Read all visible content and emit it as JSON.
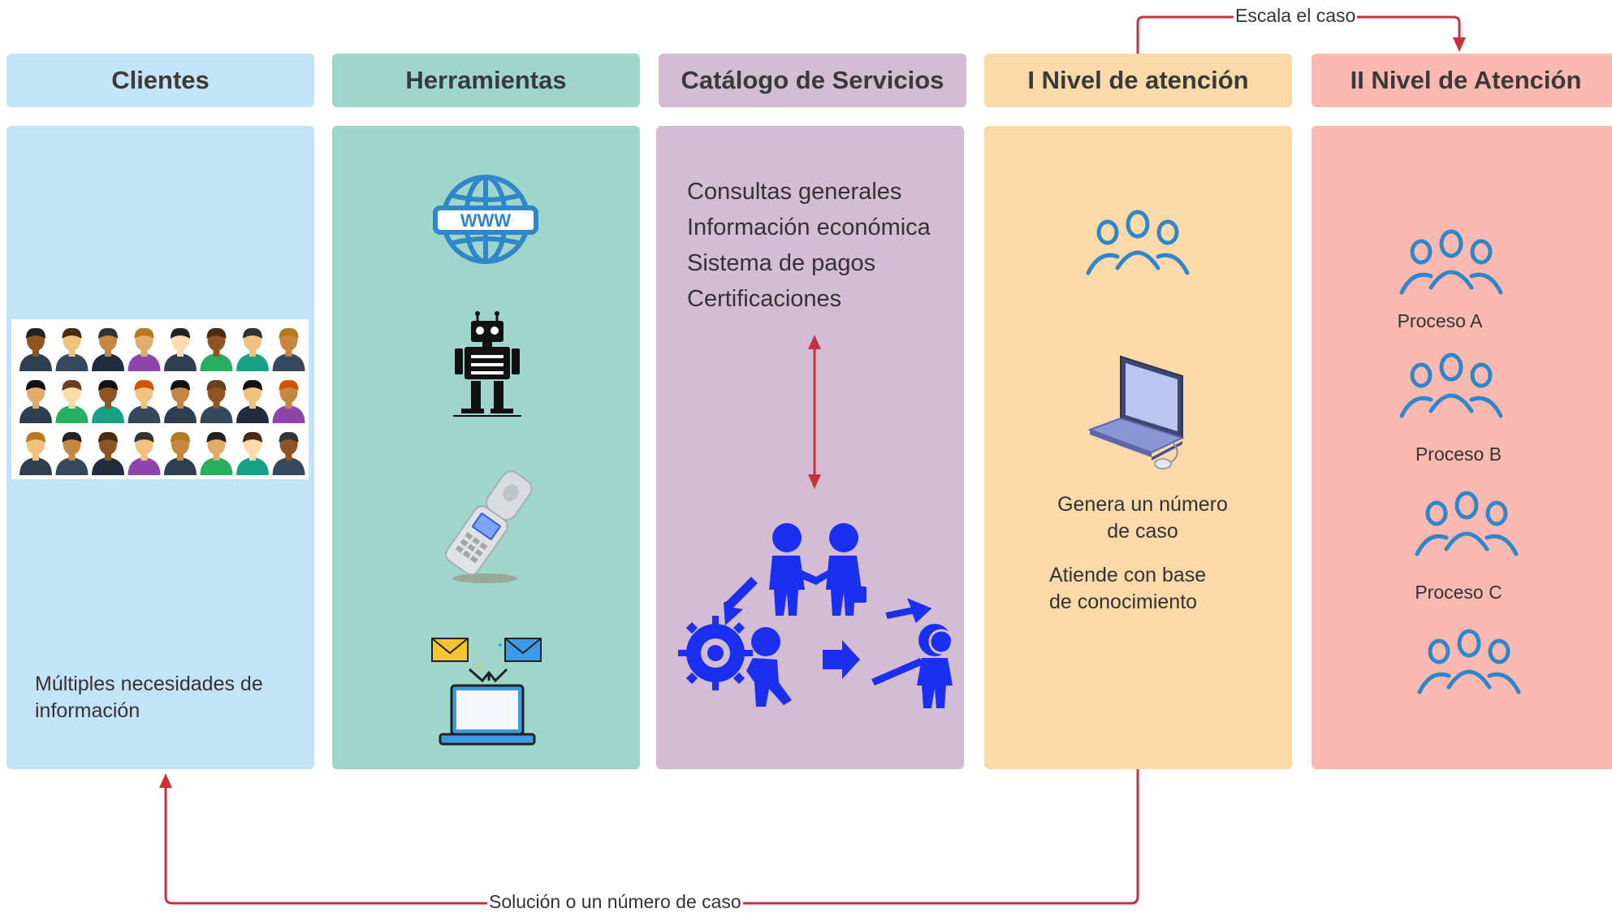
{
  "columns": [
    {
      "id": "clientes",
      "title": "Clientes",
      "color": "#c3e3f7"
    },
    {
      "id": "herramientas",
      "title": "Herramientas",
      "color": "#9ed6ca"
    },
    {
      "id": "catalogo",
      "title": "Catálogo de Servicios",
      "color": "#d5bcd5"
    },
    {
      "id": "nivel1",
      "title": "I Nivel de atención",
      "color": "#fcd9a8"
    },
    {
      "id": "nivel2",
      "title": "II Nivel de Atención",
      "color": "#fbbab1"
    }
  ],
  "clientes": {
    "description_line1": "Múltiples necesidades de",
    "description_line2": "información"
  },
  "herramientas": {
    "icons": [
      "www-globe-icon",
      "robot-icon",
      "mobile-phone-icon",
      "email-laptop-icon"
    ]
  },
  "catalogo": {
    "services": [
      "Consultas generales",
      "Información económica",
      "Sistema de pagos",
      "Certificaciones"
    ]
  },
  "nivel1": {
    "text1_line1": "Genera un número",
    "text1_line2": "de caso",
    "text2_line1": "Atiende con base",
    "text2_line2": "de conocimiento"
  },
  "nivel2": {
    "processes": [
      "Proceso A",
      "Proceso B",
      "Proceso C"
    ]
  },
  "flows": {
    "escalate_label": "Escala el caso",
    "return_label": "Solución o un número de caso"
  },
  "accent_colors": {
    "arrow": "#c8323c",
    "icon_blue": "#2f86c9",
    "figure_blue": "#1b2ff0"
  }
}
